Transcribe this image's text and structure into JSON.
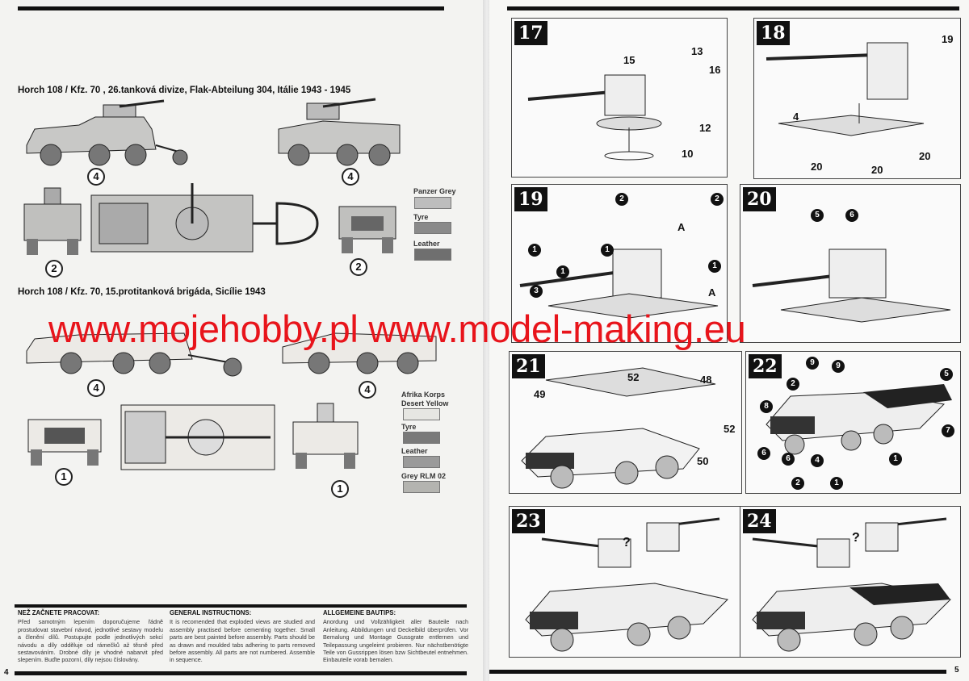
{
  "left_page": {
    "page_number": "4",
    "scheme1": {
      "title": "Horch 108 / Kfz. 70 , 26.tanková divize, Flak-Abteilung 304, Itálie 1943 - 1945",
      "callouts": [
        "4",
        "4",
        "2",
        "2"
      ],
      "colors": [
        {
          "name": "Panzer Grey",
          "hex": "#bdbdbd"
        },
        {
          "name": "Tyre",
          "hex": "#8a8a8a"
        },
        {
          "name": "Leather",
          "hex": "#6f6f6f"
        }
      ]
    },
    "scheme2": {
      "title": "Horch 108 / Kfz. 70, 15.protitanková brigáda, Sicílie 1943",
      "callouts": [
        "4",
        "4",
        "1",
        "1"
      ],
      "colors": [
        {
          "name": "Afrika Korps Desert Yellow",
          "hex": "#e6e6e2"
        },
        {
          "name": "Tyre",
          "hex": "#7a7a7a"
        },
        {
          "name": "Leather",
          "hex": "#9a9a9a"
        },
        {
          "name": "Grey RLM 02",
          "hex": "#b4b4b0"
        }
      ]
    },
    "instructions": [
      {
        "heading": "NEŽ ZAČNETE PRACOVAT:",
        "text": "Před samotným lepením doporučujeme řádně prostudovat stavební návod, jednotlivé sestavy modelu a členění dílů. Postupujte podle jednotlivých sekcí návodu a díly odděluje od rámečků až těsně před sestavováním. Drobné díly je vhodné nabarvit před slepením. Buďte pozorní, díly nejsou číslovány."
      },
      {
        "heading": "GENERAL INSTRUCTIONS:",
        "text": "It is recomended that exploded views are studied and assembly practised before cementing together. Small parts are best painted before assembly. Parts should be as drawn and moulded tabs adhering to parts removed before assembly. All parts are not numbered. Assemble in sequence."
      },
      {
        "heading": "ALLGEMEINE BAUTIPS:",
        "text": "Anordung und Vollzähligkeit aller Bauteile nach Anleitung. Abbildungen und Deckelbild überprüfen. Vor Bemalung und Montage Gussgrate entfernen und Teilepassung ungeleimt probieren. Nur nächstbenötigte Teile von Gussrippen lösen bzw Sichtbeutel entnehmen. Einbauteile vorab bemalen."
      }
    ]
  },
  "watermark": "www.mojehobby.pl www.model-making.eu",
  "right_page": {
    "page_number": "5",
    "steps": [
      {
        "number": "17",
        "parts": [
          "15",
          "13",
          "16",
          "12",
          "10"
        ]
      },
      {
        "number": "18",
        "parts": [
          "19",
          "4",
          "20",
          "20",
          "20"
        ]
      },
      {
        "number": "19",
        "parts": [
          "2",
          "2",
          "1",
          "1",
          "1",
          "1",
          "3",
          "A",
          "A"
        ]
      },
      {
        "number": "20",
        "parts": [
          "5",
          "6"
        ]
      },
      {
        "number": "21",
        "parts": [
          "52",
          "48",
          "49",
          "52",
          "50"
        ]
      },
      {
        "number": "22",
        "parts": [
          "9",
          "9",
          "2",
          "5",
          "8",
          "7",
          "6",
          "6",
          "4",
          "2",
          "1",
          "1"
        ]
      },
      {
        "number": "23",
        "parts": [
          "?"
        ]
      },
      {
        "number": "24",
        "parts": [
          "?"
        ]
      }
    ]
  }
}
